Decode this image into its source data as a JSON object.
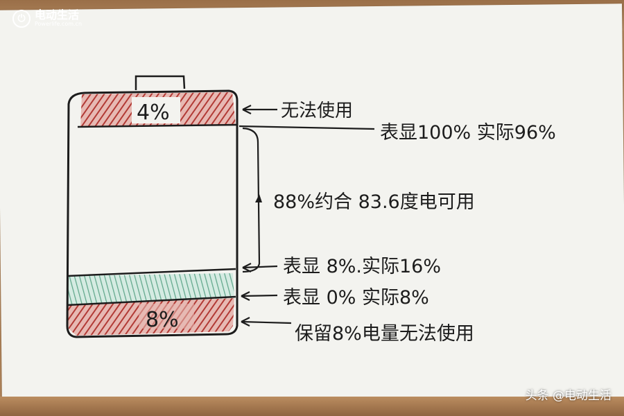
{
  "watermark": {
    "name": "电动生活",
    "site": "Powerlife.com.cn"
  },
  "credit": "头条 @电动生活",
  "battery": {
    "top_segment_label": "4%",
    "bottom_segment_label": "8%"
  },
  "annotations": {
    "unusable_top": "无法使用",
    "display_top": "表显100% 实际96%",
    "usable_range": "88%约合 83.6度电可用",
    "display_8": "表显 8%.实际16%",
    "display_0": "表显 0% 实际8%",
    "reserve": "保留8%电量无法使用"
  },
  "colors": {
    "ink": "#1c1c1c",
    "red_hatch": "#b23a35",
    "green_hatch": "#5fa68a",
    "card": "#f3f3ef"
  }
}
